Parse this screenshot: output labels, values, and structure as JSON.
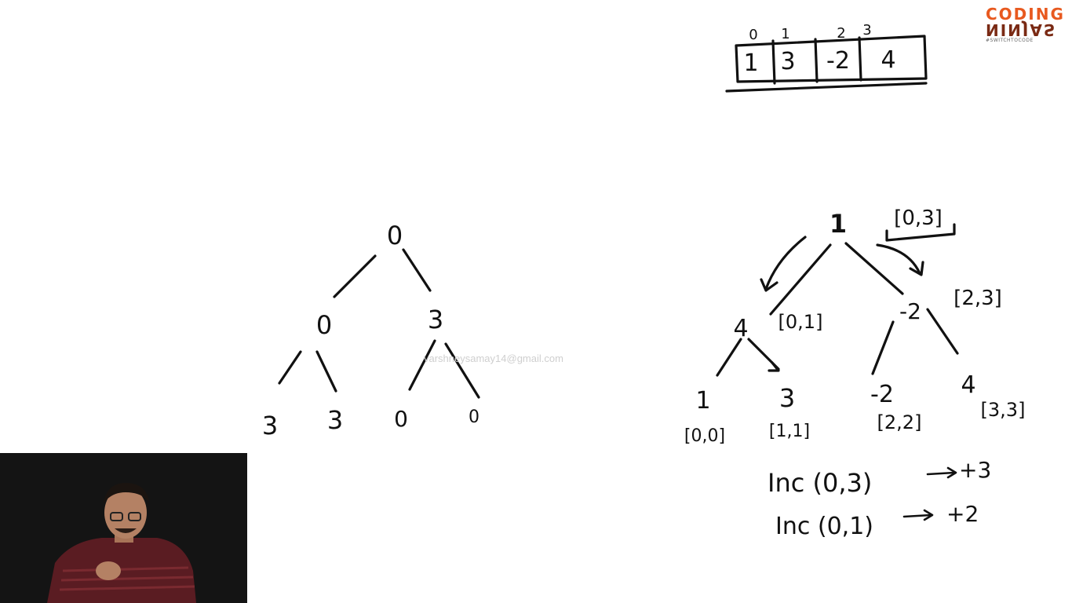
{
  "array": {
    "indices": [
      "0",
      "1",
      "2",
      "3"
    ],
    "values": [
      "1",
      "3",
      "-2",
      "4"
    ]
  },
  "left_tree": {
    "root": "0",
    "level1": [
      "0",
      "3"
    ],
    "level2": [
      "3",
      "3",
      "0",
      "0"
    ]
  },
  "right_tree": {
    "root": {
      "value": "1",
      "range": "[0,3]"
    },
    "left": {
      "value": "4",
      "range": "[0,1]"
    },
    "right": {
      "value": "-2",
      "range": "[2,3]"
    },
    "leaves": [
      {
        "value": "1",
        "range": "[0,0]"
      },
      {
        "value": "3",
        "range": "[1,1]"
      },
      {
        "value": "-2",
        "range": "[2,2]"
      },
      {
        "value": "4",
        "range": "[3,3]"
      }
    ]
  },
  "queries": [
    {
      "call": "Inc (0,3)",
      "result": "+3"
    },
    {
      "call": "Inc (0,1)",
      "result": "+2"
    }
  ],
  "watermark": "varshneysamay14@gmail.com",
  "logo": {
    "line1": "CODING",
    "line2": "NINJAS",
    "tagline": "#SWITCHTOCODE",
    "colors": {
      "primary": "#e8591f",
      "secondary": "#7a2a14"
    }
  }
}
